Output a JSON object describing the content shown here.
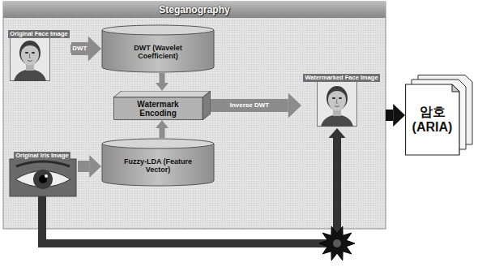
{
  "diagram": {
    "nodes": [
      {
        "text": [
          "Steganography"
        ]
      },
      {
        "text": [
          "Original Face Image"
        ],
        "in": 0
      },
      {
        "text": [
          "DWT (Wavelet Coefficient)"
        ],
        "in": 0
      },
      {
        "text": [
          "Watermark Encoding"
        ],
        "in": 0
      },
      {
        "text": [
          "Watermarked Face Image"
        ],
        "in": 0
      },
      {
        "text": [
          "Original Iris Image"
        ],
        "in": 0
      },
      {
        "text": [
          "Fuzzy-LDA (Feature Vector)"
        ],
        "in": 0
      },
      {
        "text": [
          "암호 (ARIA)"
        ]
      }
    ],
    "edges": [
      {
        "from": 1,
        "to": 2,
        "arrow": "to",
        "label": "DWT"
      },
      {
        "from": 2,
        "to": 3,
        "arrow": "to"
      },
      {
        "from": 6,
        "to": 3,
        "arrow": "to"
      },
      {
        "from": 5,
        "to": 6,
        "arrow": "to"
      },
      {
        "from": 3,
        "to": 4,
        "arrow": "to",
        "label": "Inverse DWT"
      },
      {
        "from": 5,
        "to": 4,
        "arrow": "to"
      },
      {
        "from": 0,
        "to": 7,
        "arrow": "to"
      }
    ]
  }
}
